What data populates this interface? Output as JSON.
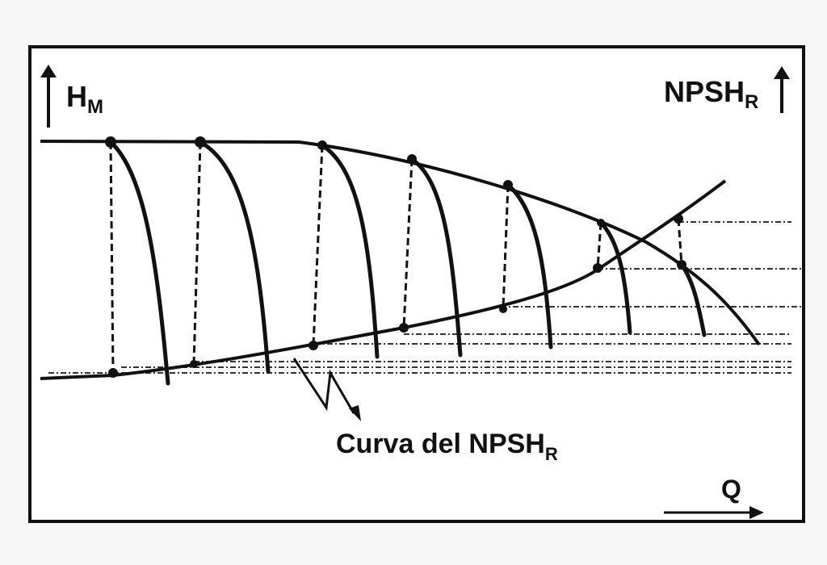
{
  "labels": {
    "head_axis_main": "H",
    "head_axis_sub": "M",
    "npsh_axis_main": "NPSH",
    "npsh_axis_sub": "R",
    "flow_axis": "Q",
    "npsh_curve_main": "Curva del NPSH",
    "npsh_curve_sub": "R"
  },
  "colors": {
    "ink": "#111111",
    "background": "#f6f6f6",
    "frame_fill": "#ffffff"
  }
}
